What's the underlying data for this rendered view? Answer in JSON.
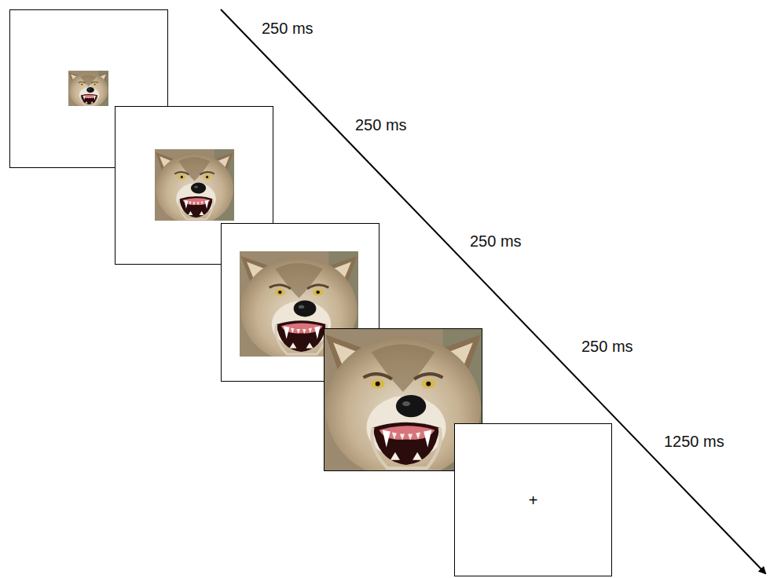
{
  "diagram": {
    "nodes": [
      {
        "text": [
          "+"
        ]
      }
    ],
    "labels": [
      "250 ms",
      "250 ms",
      "250 ms",
      "250 ms",
      "1250 ms"
    ]
  }
}
